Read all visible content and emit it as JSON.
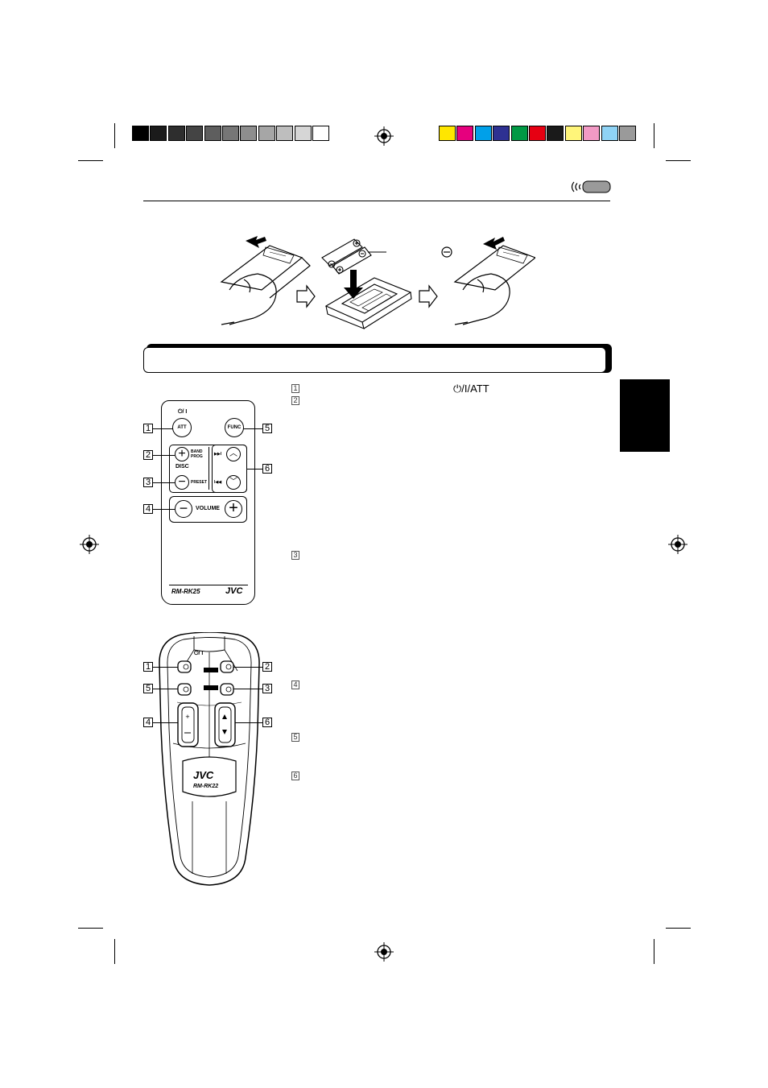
{
  "color_bar": {
    "grays": [
      "#000000",
      "#1b1b1b",
      "#2e2e2e",
      "#444444",
      "#5e5e5e",
      "#767676",
      "#8e8e8e",
      "#a6a6a6",
      "#bebebe",
      "#d6d6d6",
      "#ffffff"
    ],
    "colors": [
      "#ffe600",
      "#e6007e",
      "#00a0e9",
      "#2e3192",
      "#009944",
      "#e60012",
      "#1a1a1a",
      "#fff57a",
      "#f29ac5",
      "#8fd3f5",
      "#9a9a9a"
    ]
  },
  "header": {
    "lang_tab_icon": "signal-waves-icon"
  },
  "instructions": {
    "step1_buttons": "⏻/I/ATT",
    "step_numbers": [
      "1",
      "2",
      "3",
      "4",
      "5",
      "6"
    ]
  },
  "remote_rk25": {
    "model": "RM-RK25",
    "brand": "JVC",
    "power_label": "⏻/ I",
    "att_label": "ATT",
    "func_label": "FUNC",
    "band_label": "BAND\nPROG",
    "disc_label": "DISC",
    "preset_label": "PRESET",
    "volume_label": "VOLUME",
    "callouts": [
      "1",
      "2",
      "3",
      "4",
      "5",
      "6"
    ]
  },
  "remote_rk22": {
    "model": "RM-RK22",
    "brand": "JVC",
    "power_label": "⏻/ I",
    "callouts_left": [
      "1",
      "5",
      "4"
    ],
    "callouts_right": [
      "2",
      "3",
      "6"
    ]
  }
}
